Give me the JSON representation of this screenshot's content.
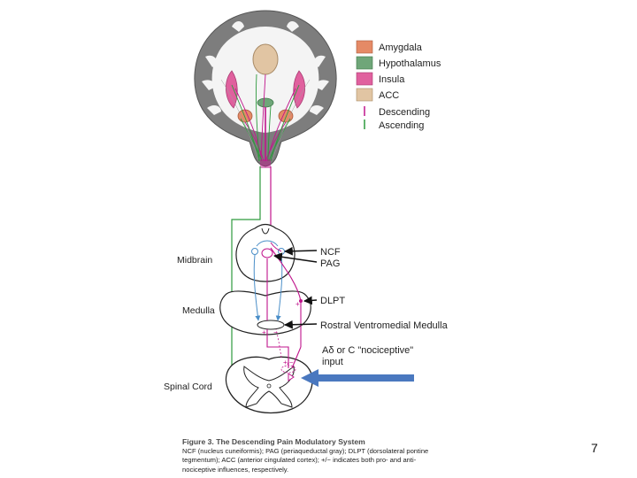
{
  "legend": {
    "items": [
      {
        "label": "Amygdala",
        "color": "#e58a66"
      },
      {
        "label": "Hypothalamus",
        "color": "#6fa679"
      },
      {
        "label": "Insula",
        "color": "#e0609e"
      },
      {
        "label": "ACC",
        "color": "#e1c5a3"
      }
    ],
    "lines": [
      {
        "label": "Descending",
        "color": "#c0158c"
      },
      {
        "label": "Ascending",
        "color": "#2e9a3e"
      }
    ]
  },
  "levels": {
    "midbrain": "Midbrain",
    "medulla": "Medulla",
    "spinal_cord": "Spinal Cord"
  },
  "structures": {
    "ncf": "NCF",
    "pag": "PAG",
    "dlpt": "DLPT",
    "rvm": "Rostral Ventromedial Medulla",
    "input_line1": "Aδ or C \"nociceptive\"",
    "input_line2": "input"
  },
  "signs": {
    "plus": "+",
    "minus": "−",
    "plusminus": "+/−"
  },
  "caption": {
    "title": "Figure 3.  The Descending Pain Modulatory System",
    "body": "NCF (nucleus cuneiformis); PAG (periaqueductal gray); DLPT (dorsolateral pontine tegmentum); ACC (anterior cingulated cortex); +/− indicates both pro- and anti- nociceptive influences, respectively."
  },
  "page_number": "7"
}
